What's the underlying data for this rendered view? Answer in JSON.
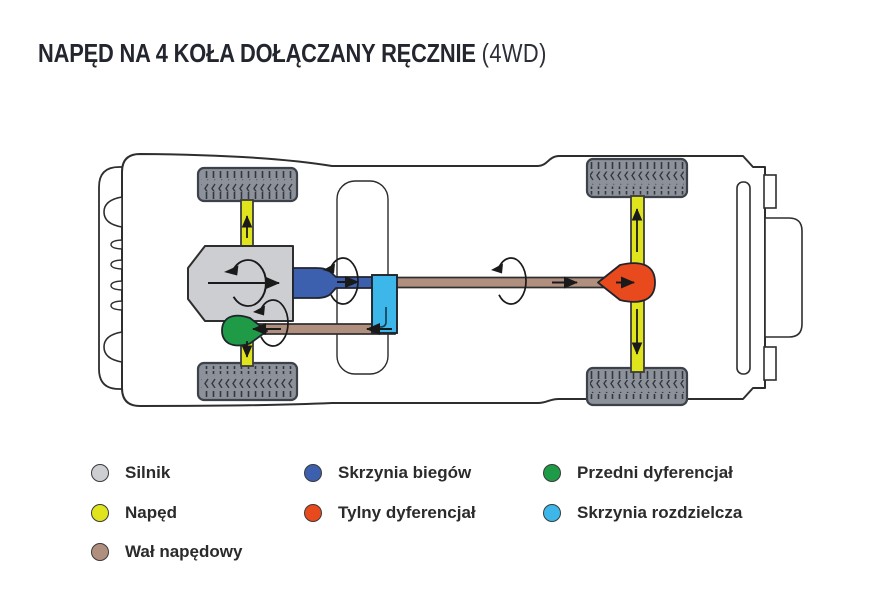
{
  "title": {
    "main": "NAPĘD NA 4 KOŁA DOŁĄCZANY RĘCZNIE",
    "suffix": "(4WD)"
  },
  "colors": {
    "engine": "#cdced1",
    "drive": "#e0e41c",
    "driveshaft": "#b08f7e",
    "gearbox": "#3c5fae",
    "rear_diff": "#e8491d",
    "front_diff": "#1f9b48",
    "transfer_case": "#3db7e9",
    "tire": "#8d9199",
    "body_outline": "#2e2e2e",
    "arrow": "#1a1a1a"
  },
  "legend": {
    "items": [
      {
        "label": "Silnik",
        "color": "#cdced1"
      },
      {
        "label": "Napęd",
        "color": "#e0e41c"
      },
      {
        "label": "Wał napędowy",
        "color": "#b08f7e"
      },
      {
        "label": "Skrzynia biegów",
        "color": "#3c5fae"
      },
      {
        "label": "Tylny dyferencjał",
        "color": "#e8491d"
      },
      {
        "label": "Przedni dyferencjał",
        "color": "#1f9b48"
      },
      {
        "label": "Skrzynia rozdzielcza",
        "color": "#3db7e9"
      }
    ]
  }
}
